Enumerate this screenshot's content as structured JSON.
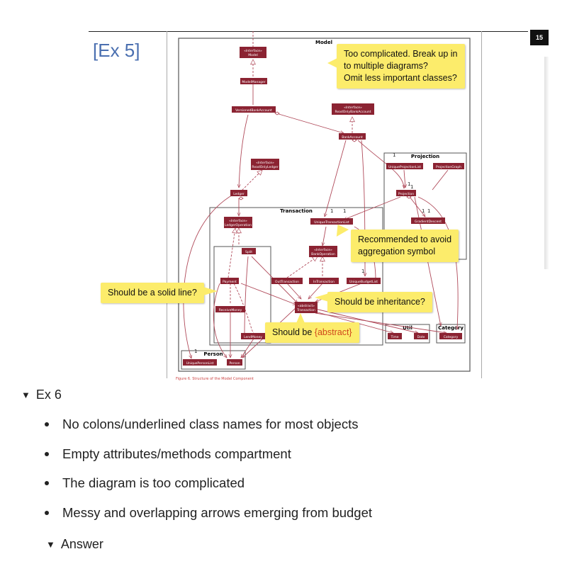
{
  "slide": {
    "title": "[Ex 5]",
    "page_number": "15",
    "diagram": {
      "packages": {
        "model": "Model",
        "projection": "Projection",
        "transaction": "Transaction",
        "person": "Person",
        "util": "Util",
        "category": "Category"
      },
      "classes": {
        "imodel_stereo": "«Interface»",
        "imodel_name": "Model",
        "model_manager": "ModelManager",
        "versioned_bank": "VersionedBankAccount",
        "iro_bank_stereo": "«Interface»",
        "iro_bank_name": "ReadOnlyBankAccount",
        "bank_account": "BankAccount",
        "iro_ledger_stereo": "«Interface»",
        "iro_ledger_name": "ReadOnlyLedger",
        "ledger": "Ledger",
        "unique_projection": "UniqueProjectionList",
        "projection_graph": "ProjectionGraph",
        "projection": "Projection",
        "gradient_descent": "GradientDescent",
        "iledger_op_stereo": "«Interface»",
        "iledger_op_name": "LedgerOperation",
        "unique_txn": "UniqueTransactionList",
        "split": "Split",
        "ibank_op_stereo": "«Interface»",
        "ibank_op_name": "BankOperation",
        "payment": "Payment",
        "out_txn": "OutTransaction",
        "in_txn": "InTransaction",
        "unique_budget": "UniqueBudgetList",
        "txn_stereo": "«abstract»",
        "txn_name": "Transaction",
        "receive_money": "ReceiveMoney",
        "lend_money": "LendMoney",
        "time": "Time",
        "date": "Date",
        "category": "Category",
        "unique_person": "UniquePersonList",
        "person": "Person"
      },
      "multiplicities": [
        "1",
        "1",
        "1",
        "1",
        "1",
        "1",
        "1",
        "1",
        "1"
      ],
      "caption": "Figure 6. Structure of the Model Component"
    },
    "notes": {
      "too_complicated": [
        "Too complicated. Break up in",
        "to multiple diagrams?",
        "Omit less important classes?"
      ],
      "aggregation": [
        "Recommended to avoid",
        "aggregation symbol"
      ],
      "solid_line": "Should be a solid line?",
      "inheritance": "Should be inheritance?",
      "abstract_prefix": "Should be ",
      "abstract_highlight": "{abstract}"
    }
  },
  "ex6": {
    "label": "Ex 6",
    "toggle_icon": "triangle-down-icon",
    "bullets": [
      "No colons/underlined class names for most objects",
      "Empty attributes/methods compartment",
      "The diagram is too complicated",
      "Messy and overlapping arrows emerging from budget"
    ],
    "answer_label": "Answer"
  },
  "colors": {
    "class_fill": "#8b2332",
    "arrow": "#b04a5a",
    "note": "#fcec6b",
    "title": "#4a6fb0",
    "highlight": "#d0461b"
  }
}
